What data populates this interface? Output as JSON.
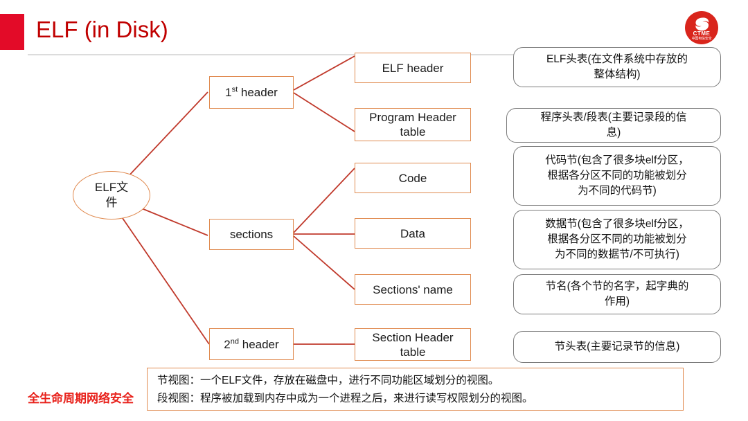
{
  "slide": {
    "title": "ELF (in Disk)",
    "footer": "全生命周期网络安全"
  },
  "logo": {
    "name": "CTME",
    "subtitle": "中国电信安全"
  },
  "diagram": {
    "root": "ELF文\n件",
    "root_line1": "ELF文",
    "root_line2": "件",
    "groups": [
      {
        "label_prefix": "1",
        "label_sup": "st",
        "label_suffix": " header"
      },
      {
        "label_plain": "sections"
      },
      {
        "label_prefix": "2",
        "label_sup": "nd",
        "label_suffix": " header"
      }
    ],
    "leaves": [
      {
        "line1": "ELF  header",
        "line2": ""
      },
      {
        "line1": "Program Header",
        "line2": "table"
      },
      {
        "line1": "Code",
        "line2": ""
      },
      {
        "line1": "Data",
        "line2": ""
      },
      {
        "line1": "Sections' name",
        "line2": ""
      },
      {
        "line1": "Section Header",
        "line2": "table"
      }
    ]
  },
  "callouts": [
    {
      "line1": "ELF头表(在文件系统中存放的",
      "line2": "整体结构)",
      "line3": ""
    },
    {
      "line1": "程序头表/段表(主要记录段的信",
      "line2": "息)",
      "line3": ""
    },
    {
      "line1": "代码节(包含了很多块elf分区，",
      "line2": "根据各分区不同的功能被划分",
      "line3": "为不同的代码节)"
    },
    {
      "line1": "数据节(包含了很多块elf分区，",
      "line2": "根据各分区不同的功能被划分",
      "line3": "为不同的数据节/不可执行)"
    },
    {
      "line1": "节名(各个节的名字，起字典的",
      "line2": "作用)",
      "line3": ""
    },
    {
      "line1": "节头表(主要记录节的信息)",
      "line2": "",
      "line3": ""
    }
  ],
  "summary": {
    "line1": "节视图：一个ELF文件，存放在磁盘中，进行不同功能区域划分的视图。",
    "line2": "段视图：程序被加载到内存中成为一个进程之后，来进行读写权限划分的视图。"
  },
  "colors": {
    "title_red": "#C00000",
    "marker_red": "#E30B28",
    "box_border": "#E08A4F",
    "connector": "#C0392B",
    "callout_border": "#7A7A7A",
    "footer_red": "#E8211B"
  }
}
